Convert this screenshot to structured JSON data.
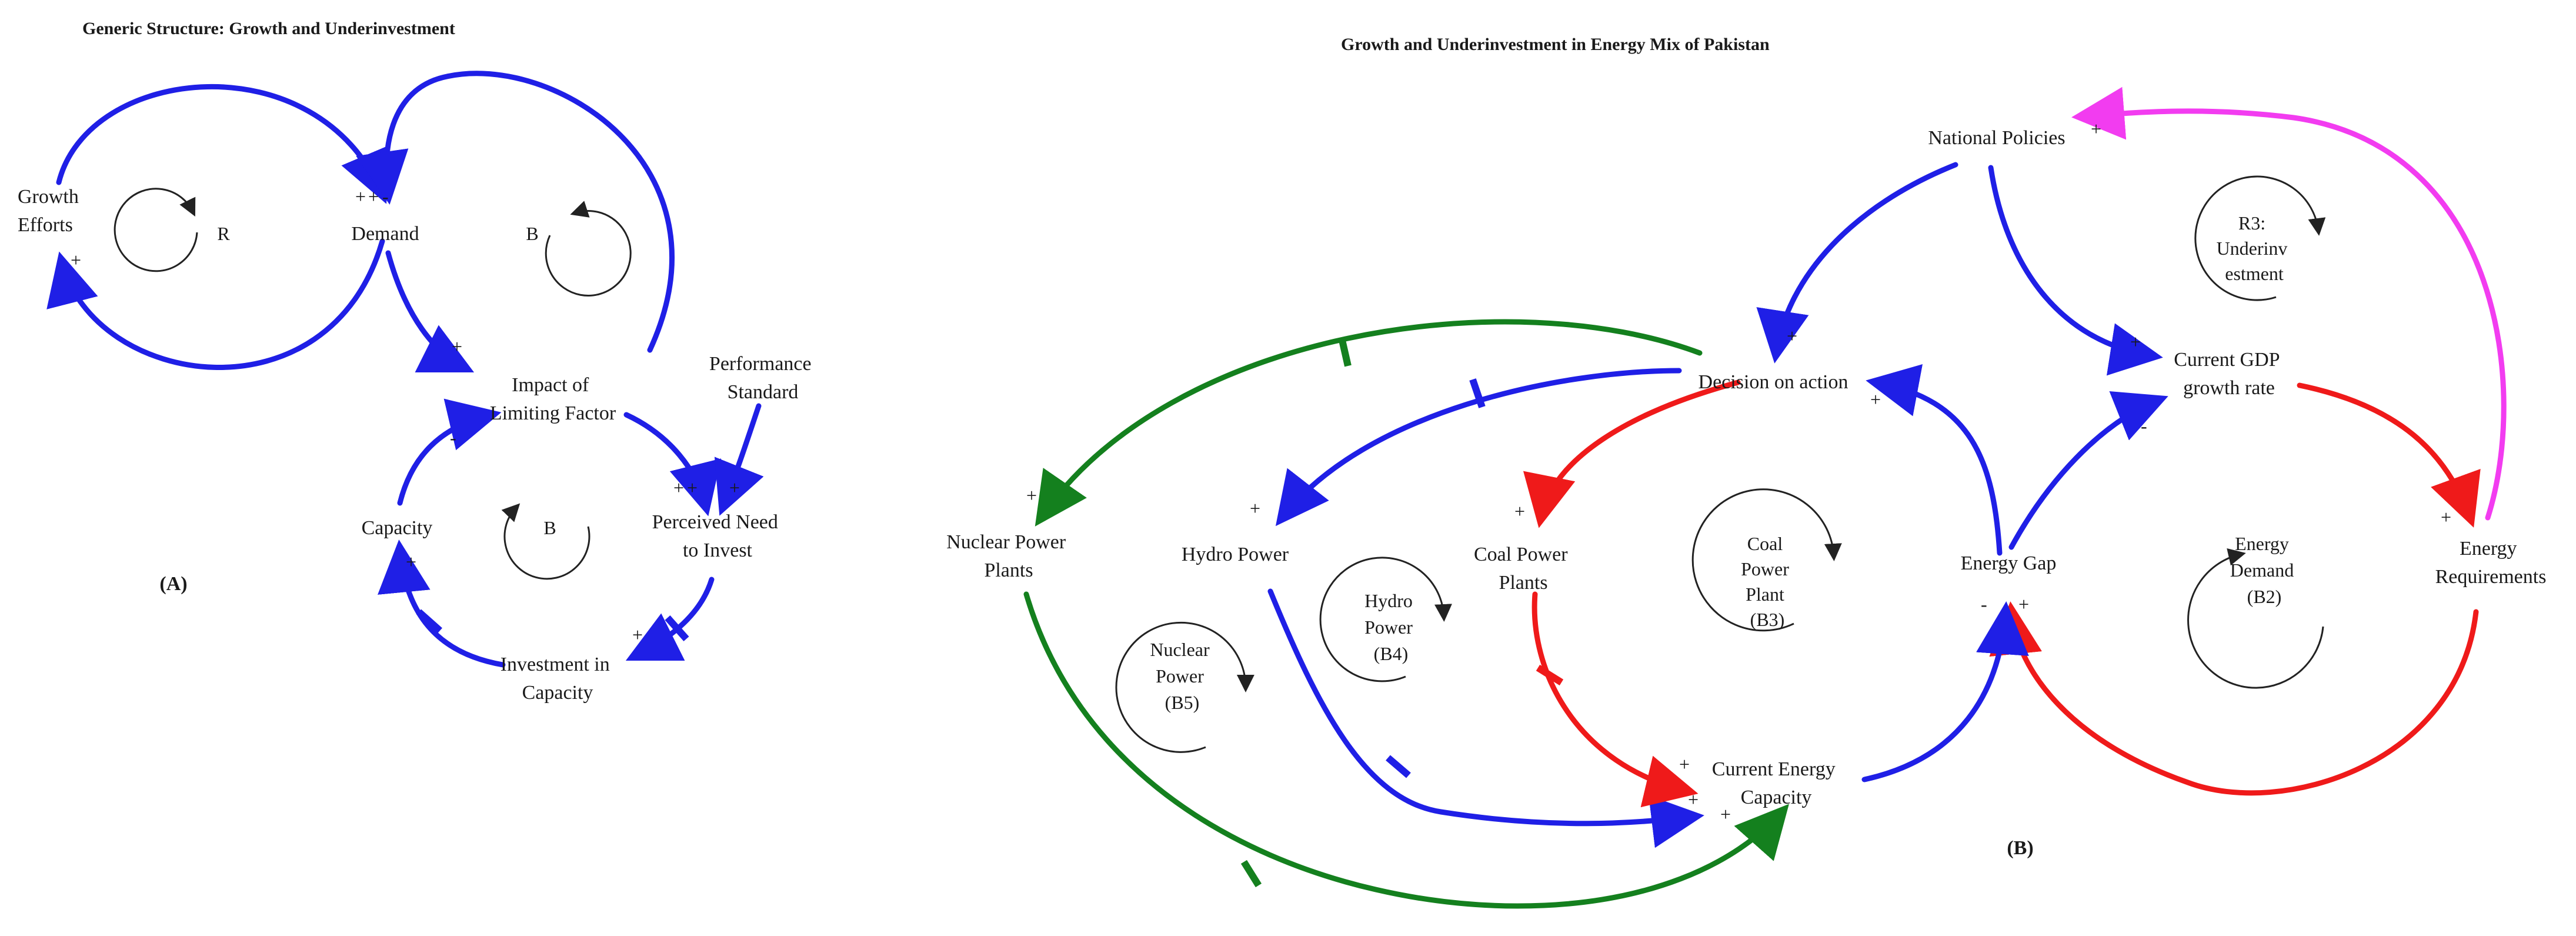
{
  "colors": {
    "blue": "#1f1fe6",
    "green": "#14801e",
    "red": "#ef1a1a",
    "magenta": "#f23cf0",
    "black": "#222222",
    "polarity_blue": "#4a63e0",
    "polarity_dark": "#8a8a8a",
    "polarity_red": "#e03a3a"
  },
  "panel_a": {
    "title": "Generic Structure: Growth and Underinvestment",
    "caption": "(A)",
    "variables": {
      "growth_efforts": [
        "Growth",
        "Efforts"
      ],
      "demand": [
        "Demand"
      ],
      "impact": [
        "Impact of",
        "Limiting Factor"
      ],
      "performance": [
        "Performance",
        "Standard"
      ],
      "perceived_need": [
        "Perceived Need",
        "to Invest"
      ],
      "capacity": [
        "Capacity"
      ],
      "investment": [
        "Investment in",
        "Capacity"
      ]
    },
    "loops": {
      "r": [
        "R"
      ],
      "b1": [
        "B"
      ],
      "b2": [
        "B"
      ]
    },
    "polarity": {
      "plus": "+",
      "minus": "-"
    }
  },
  "panel_b": {
    "title": "Growth and Underinvestment in Energy Mix of Pakistan",
    "caption": "(B)",
    "variables": {
      "national_policies": [
        "National Policies"
      ],
      "decision": [
        "Decision on action"
      ],
      "gdp": [
        "Current GDP",
        "growth rate"
      ],
      "energy_req": [
        "Energy",
        "Requirements"
      ],
      "nuclear_plants": [
        "Nuclear Power",
        "Plants"
      ],
      "hydro": [
        "Hydro Power"
      ],
      "coal_plants": [
        "Coal Power",
        "Plants"
      ],
      "energy_gap": [
        "Energy Gap"
      ],
      "current_capacity": [
        "Current Energy",
        "Capacity"
      ]
    },
    "loops": {
      "r3": [
        "R3:",
        "Underinv",
        "estment"
      ],
      "b3": [
        "Coal",
        "Power",
        "Plant",
        "(B3)"
      ],
      "b2": [
        "Energy",
        "Demand",
        "(B2)"
      ],
      "b4": [
        "Hydro",
        "Power",
        "(B4)"
      ],
      "b5": [
        "Nuclear",
        "Power",
        "(B5)"
      ]
    },
    "polarity": {
      "plus": "+",
      "minus": "-"
    }
  }
}
